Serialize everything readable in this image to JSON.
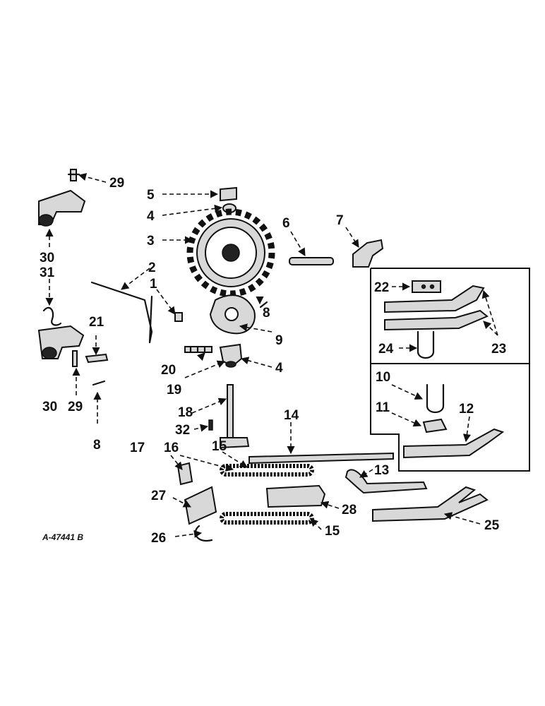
{
  "figure_code": "A-47441 B",
  "callouts": [
    "1",
    "2",
    "3",
    "4",
    "4",
    "5",
    "6",
    "7",
    "8",
    "8",
    "9",
    "10",
    "11",
    "12",
    "13",
    "14",
    "15",
    "15",
    "16",
    "17",
    "18",
    "19",
    "20",
    "21",
    "22",
    "23",
    "24",
    "25",
    "26",
    "27",
    "28",
    "29",
    "29",
    "30",
    "30",
    "31",
    "32"
  ]
}
